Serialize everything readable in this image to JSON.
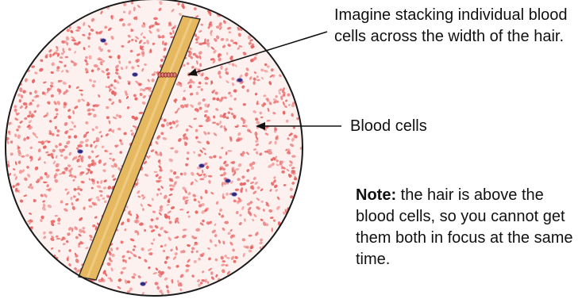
{
  "annotations": {
    "stacking": "Imagine stacking individual blood cells across the width of the hair.",
    "cells": "Blood cells",
    "note_bold": "Note:",
    "note_body": " the hair is above the blood cells, so you cannot get them both in focus at the same time."
  },
  "colors": {
    "blood_cell": "#e8605e",
    "field_tint": "#fdf1f0",
    "hair_fill": "#e6b960",
    "hair_edge": "#2a2a2a",
    "white_cell": "#2e2a78",
    "stacked_cells": "#8c1f1f"
  },
  "icons": [
    "arrow-icon",
    "arrow-icon"
  ]
}
